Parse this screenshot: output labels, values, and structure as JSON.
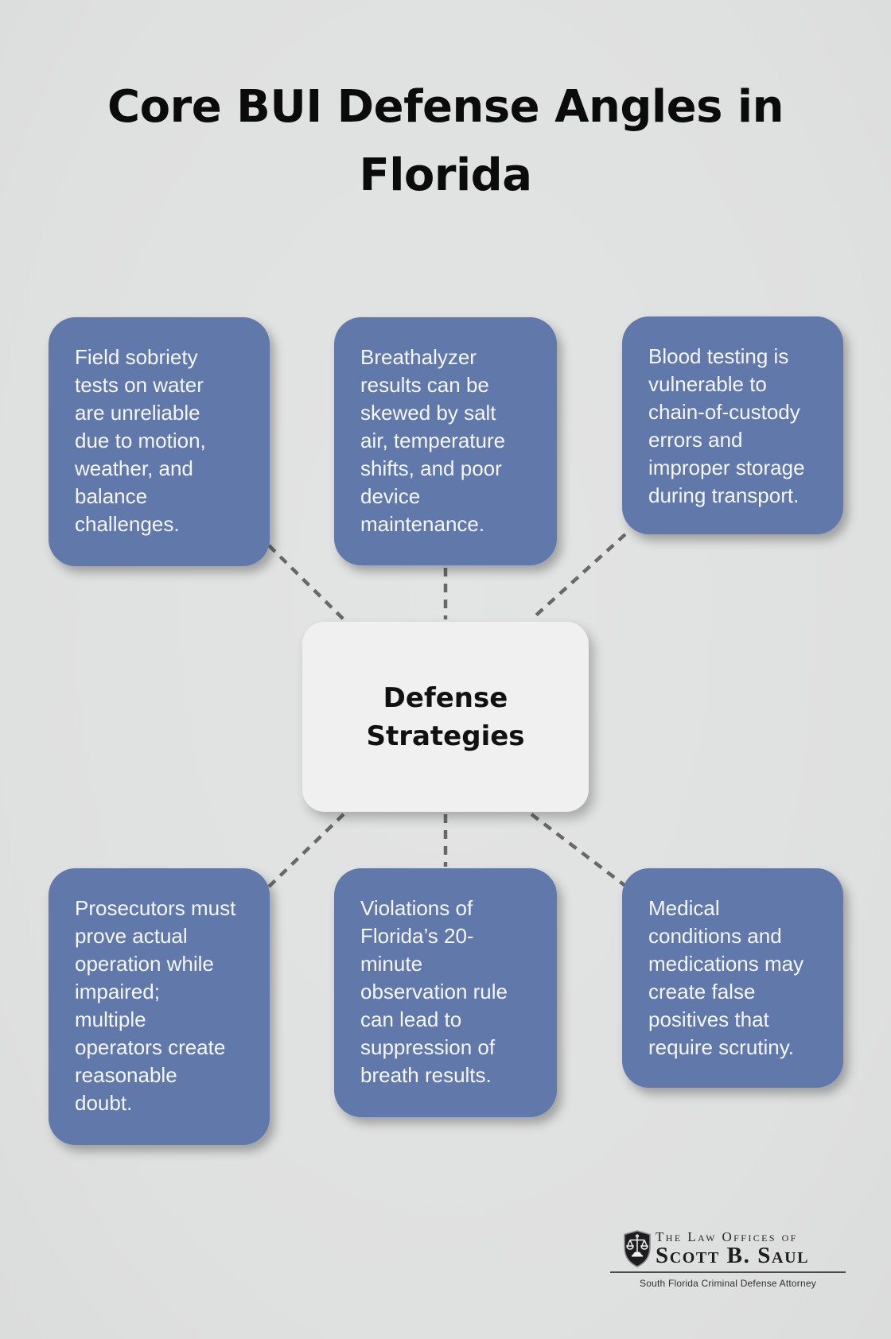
{
  "page": {
    "background_color": "#e0e1e1",
    "title": "Core BUI Defense Angles in\nFlorida"
  },
  "diagram": {
    "center": {
      "label": "Defense\nStrategies",
      "bg_color": "#f0f0f1",
      "text_color": "#111111"
    },
    "node_bg_color": "#6078aa",
    "node_text_color": "#f5f7fa",
    "connector_color": "#686868",
    "nodes": [
      {
        "position": "top-left",
        "text": "Field sobriety\ntests on water\nare unreliable\ndue to motion,\nweather, and\nbalance\nchallenges."
      },
      {
        "position": "top-middle",
        "text": "Breathalyzer\nresults can be\nskewed by salt\nair, temperature\nshifts, and poor\ndevice\nmaintenance."
      },
      {
        "position": "top-right",
        "text": "Blood testing is\nvulnerable to\nchain-of-custody\nerrors and\nimproper storage\nduring transport."
      },
      {
        "position": "bottom-left",
        "text": "Prosecutors must\nprove actual\noperation while\nimpaired;\nmultiple\noperators create\nreasonable\ndoubt."
      },
      {
        "position": "bottom-middle",
        "text": "Violations of\nFlorida’s 20-\nminute\nobservation rule\ncan lead to\nsuppression of\nbreath results."
      },
      {
        "position": "bottom-right",
        "text": "Medical\nconditions and\nmedications may\ncreate false\npositives that\nrequire scrutiny."
      }
    ]
  },
  "footer_logo": {
    "icon": "scales-of-justice-shield-icon",
    "firm_prefix": "The Law Offices of",
    "firm_name": "Scott B. Saul",
    "tagline": "South Florida Criminal Defense Attorney"
  }
}
